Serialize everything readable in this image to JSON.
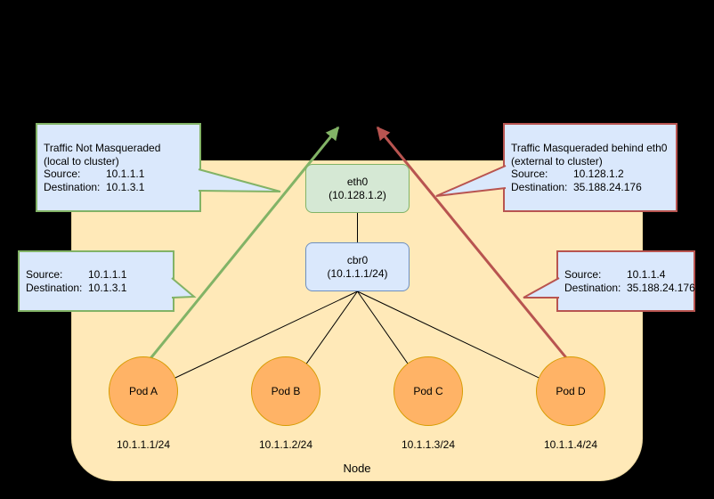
{
  "node": {
    "label": "Node"
  },
  "interfaces": {
    "eth0": {
      "name": "eth0",
      "ip": "(10.128.1.2)"
    },
    "cbr0": {
      "name": "cbr0",
      "ip": "(10.1.1.1/24)"
    }
  },
  "pods": [
    {
      "name": "Pod A",
      "cidr": "10.1.1.1/24"
    },
    {
      "name": "Pod B",
      "cidr": "10.1.1.2/24"
    },
    {
      "name": "Pod C",
      "cidr": "10.1.1.3/24"
    },
    {
      "name": "Pod D",
      "cidr": "10.1.1.4/24"
    }
  ],
  "callouts": {
    "not_masqueraded": {
      "title": "Traffic Not Masqueraded",
      "subtitle": "(local to cluster)",
      "source_label": "Source:",
      "source": "10.1.1.1",
      "destination_label": "Destination:",
      "destination": "10.1.3.1"
    },
    "masqueraded": {
      "title": "Traffic Masqueraded behind eth0",
      "subtitle": "(external to cluster)",
      "source_label": "Source:",
      "source": "10.128.1.2",
      "destination_label": "Destination:",
      "destination": "35.188.24.176"
    },
    "pod_a_packet": {
      "source_label": "Source:",
      "source": "10.1.1.1",
      "destination_label": "Destination:",
      "destination": "10.1.3.1"
    },
    "pod_d_packet": {
      "source_label": "Source:",
      "source": "10.1.1.4",
      "destination_label": "Destination:",
      "destination": "35.188.24.176"
    }
  },
  "colors": {
    "background": "#000000",
    "node_fill": "#ffe9b8",
    "eth0_fill": "#d5e8d4",
    "green": "#82b366",
    "callout_fill": "#dae8fc",
    "blue_border": "#6c8ebf",
    "pod_fill": "#ffb366",
    "pod_border": "#d79b00",
    "red": "#b85450",
    "line": "#000000"
  }
}
